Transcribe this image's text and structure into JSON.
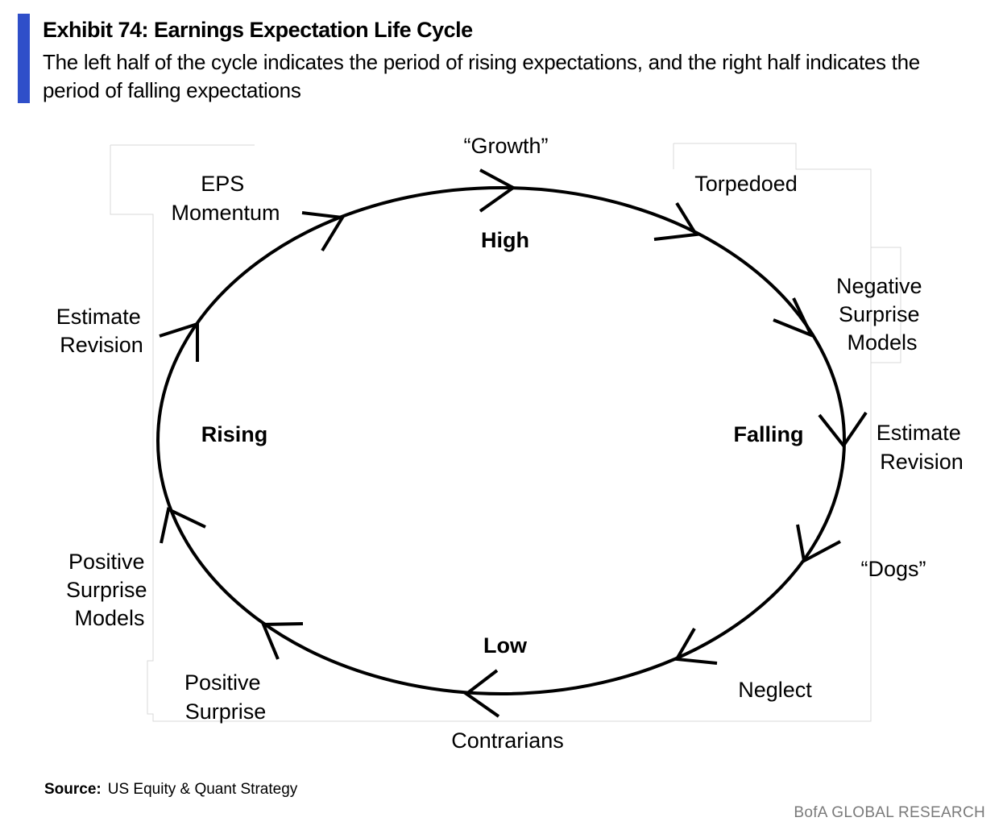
{
  "header": {
    "title": "Exhibit 74: Earnings Expectation Life Cycle",
    "subtitle": "The left half of the cycle indicates the period of rising expectations, and the right half indicates the period of falling expectations",
    "accent_color": "#2f4fc9"
  },
  "diagram": {
    "cycle_labels": {
      "growth": "“Growth”",
      "torpedoed": "Torpedoed",
      "negative_surprise_models": [
        "Negative",
        "Surprise",
        "Models"
      ],
      "estimate_revision_right": [
        "Estimate",
        "Revision"
      ],
      "dogs": "“Dogs”",
      "neglect": "Neglect",
      "contrarians": "Contrarians",
      "positive_surprise": [
        "Positive",
        "Surprise"
      ],
      "positive_surprise_models": [
        "Positive",
        "Surprise",
        "Models"
      ],
      "estimate_revision_left": [
        "Estimate",
        "Revision"
      ],
      "eps_momentum": [
        "EPS",
        "Momentum"
      ]
    },
    "phase_labels": {
      "high": "High",
      "low": "Low",
      "rising": "Rising",
      "falling": "Falling"
    },
    "direction": "clockwise"
  },
  "footer": {
    "source_label": "Source:",
    "source_text": "US Equity & Quant Strategy",
    "brand": "BofA GLOBAL RESEARCH"
  }
}
